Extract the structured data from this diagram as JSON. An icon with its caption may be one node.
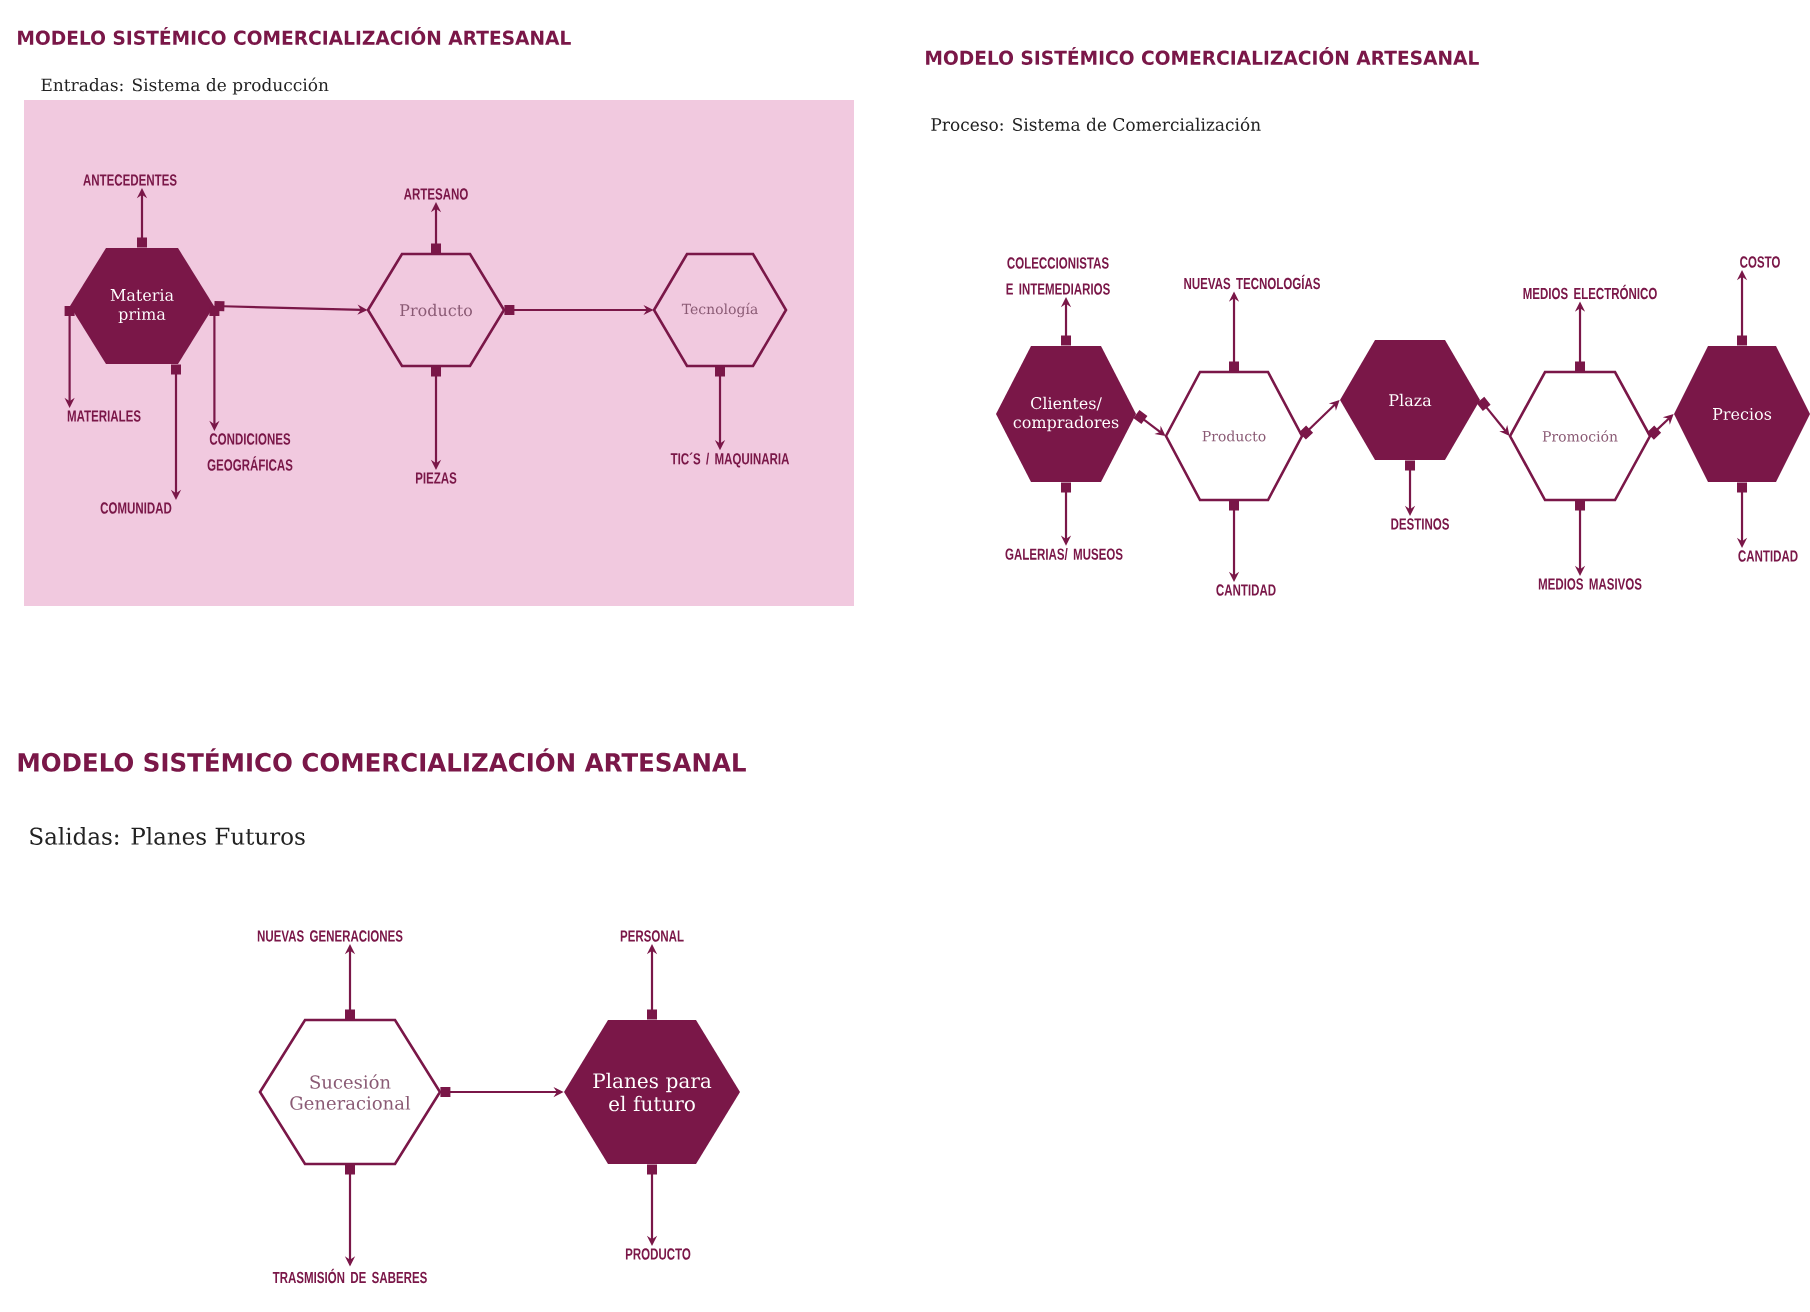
{
  "diagram": {
    "nodes": [
      {
        "text": [
          "Materia prima"
        ]
      },
      {
        "text": [
          "ANTECEDENTES"
        ]
      },
      {
        "text": [
          "MATERIALES"
        ]
      },
      {
        "text": [
          "COMUNIDAD"
        ]
      },
      {
        "text": [
          "CONDICIONES GEOGRÁFICAS"
        ]
      },
      {
        "text": [
          "Producto"
        ]
      },
      {
        "text": [
          "ARTESANO"
        ]
      },
      {
        "text": [
          "PIEZAS"
        ]
      },
      {
        "text": [
          "Tecnología"
        ]
      },
      {
        "text": [
          "TIC´S / MAQUINARIA"
        ]
      },
      {
        "text": [
          "Clientes/ compradores"
        ]
      },
      {
        "text": [
          "COLECCIONISTAS E INTEMEDIARIOS"
        ]
      },
      {
        "text": [
          "GALERIAS/ MUSEOS"
        ]
      },
      {
        "text": [
          "Producto"
        ]
      },
      {
        "text": [
          "NUEVAS TECNOLOGÍAS"
        ]
      },
      {
        "text": [
          "CANTIDAD"
        ]
      },
      {
        "text": [
          "Plaza"
        ]
      },
      {
        "text": [
          "DESTINOS"
        ]
      },
      {
        "text": [
          "Promoción"
        ]
      },
      {
        "text": [
          "MEDIOS ELECTRÓNICO"
        ]
      },
      {
        "text": [
          "MEDIOS MASIVOS"
        ]
      },
      {
        "text": [
          "Precios"
        ]
      },
      {
        "text": [
          "COSTO"
        ]
      },
      {
        "text": [
          "CANTIDAD"
        ]
      },
      {
        "text": [
          "Sucesión Generacional"
        ]
      },
      {
        "text": [
          "NUEVAS GENERACIONES"
        ]
      },
      {
        "text": [
          "TRASMISIÓN DE SABERES"
        ]
      },
      {
        "text": [
          "Planes para el futuro"
        ]
      },
      {
        "text": [
          "PERSONAL"
        ]
      },
      {
        "text": [
          "PRODUCTO"
        ]
      }
    ],
    "edges": [
      {
        "from": 0,
        "to": 1,
        "arrow": "to"
      },
      {
        "from": 0,
        "to": 2,
        "arrow": "to"
      },
      {
        "from": 0,
        "to": 3,
        "arrow": "to"
      },
      {
        "from": 0,
        "to": 4,
        "arrow": "to"
      },
      {
        "from": 0,
        "to": 5,
        "arrow": "to"
      },
      {
        "from": 5,
        "to": 6,
        "arrow": "to"
      },
      {
        "from": 5,
        "to": 7,
        "arrow": "to"
      },
      {
        "from": 5,
        "to": 8,
        "arrow": "to"
      },
      {
        "from": 8,
        "to": 9,
        "arrow": "to"
      },
      {
        "from": 10,
        "to": 11,
        "arrow": "to"
      },
      {
        "from": 10,
        "to": 12,
        "arrow": "to"
      },
      {
        "from": 10,
        "to": 13,
        "arrow": "to"
      },
      {
        "from": 13,
        "to": 14,
        "arrow": "to"
      },
      {
        "from": 13,
        "to": 15,
        "arrow": "to"
      },
      {
        "from": 13,
        "to": 16,
        "arrow": "to"
      },
      {
        "from": 16,
        "to": 17,
        "arrow": "to"
      },
      {
        "from": 16,
        "to": 18,
        "arrow": "to"
      },
      {
        "from": 18,
        "to": 19,
        "arrow": "to"
      },
      {
        "from": 18,
        "to": 20,
        "arrow": "to"
      },
      {
        "from": 18,
        "to": 21,
        "arrow": "to"
      },
      {
        "from": 21,
        "to": 22,
        "arrow": "to"
      },
      {
        "from": 21,
        "to": 23,
        "arrow": "to"
      },
      {
        "from": 24,
        "to": 25,
        "arrow": "to"
      },
      {
        "from": 24,
        "to": 26,
        "arrow": "to"
      },
      {
        "from": 24,
        "to": 27,
        "arrow": "to"
      },
      {
        "from": 27,
        "to": 28,
        "arrow": "to"
      },
      {
        "from": 27,
        "to": 29,
        "arrow": "to"
      }
    ],
    "labels": [
      "MODELO SISTÉMICO COMERCIALIZACIÓN ARTESANAL",
      "Entradas: Sistema de producción",
      "MODELO SISTÉMICO COMERCIALIZACIÓN ARTESANAL",
      "Proceso: Sistema de Comercialización",
      "MODELO SISTÉMICO COMERCIALIZACIÓN ARTESANAL",
      "Salidas: Planes Futuros"
    ]
  }
}
